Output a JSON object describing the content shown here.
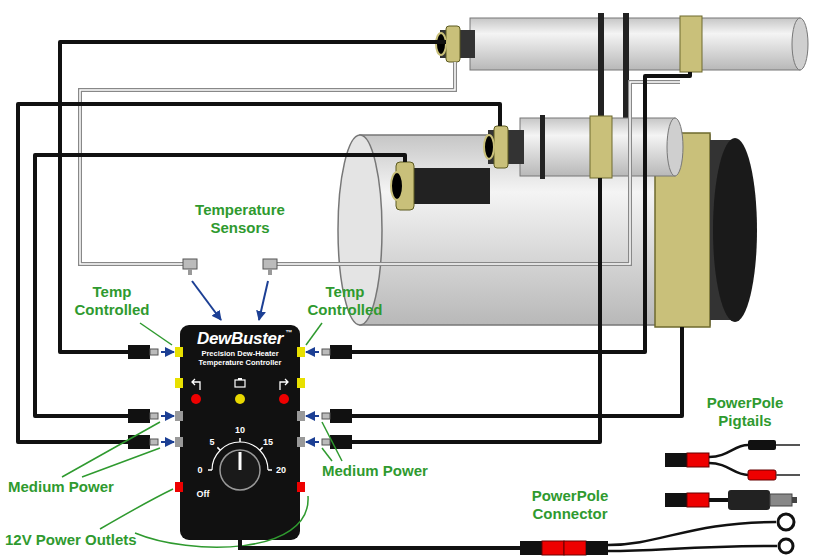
{
  "diagram": {
    "nodes": [
      {
        "text": [
          "DewBuster",
          "Precision Dew-Heater Temperature Controller"
        ]
      }
    ],
    "labels": [
      "™",
      "Temperature Sensors",
      "Temp Controlled",
      "Temp Controlled",
      "Medium Power",
      "Medium Power",
      "12V Power Outlets",
      "PowerPole Pigtails",
      "PowerPole Connector",
      "0",
      "5",
      "10",
      "15",
      "20",
      "Off"
    ]
  }
}
